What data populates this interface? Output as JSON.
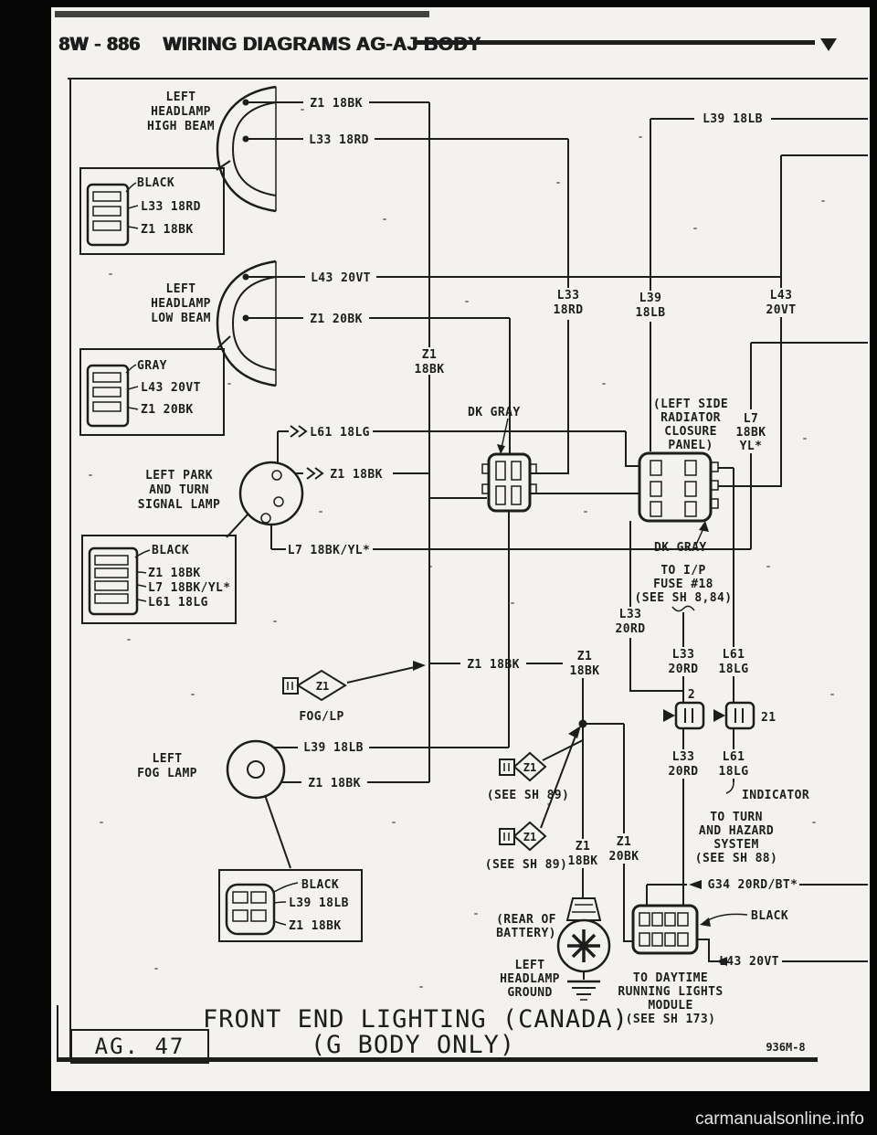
{
  "colors": {
    "paper": "#f4f2ee",
    "ink": "#1d1d1d",
    "background": "#060606",
    "watermark": "#e6e6e6"
  },
  "watermark": {
    "text": "carmanualsonline.info"
  },
  "header": {
    "code": "8W - 886",
    "title": "WIRING DIAGRAMS AG-AJ BODY"
  },
  "footer": {
    "page_box": "AG. 47",
    "title_line1": "FRONT END LIGHTING (CANADA)",
    "title_line2": "(G BODY ONLY)",
    "sheet_code": "936M-8"
  },
  "diagram": {
    "high_beam": {
      "name1": "LEFT",
      "name2": "HEADLAMP",
      "name3": "HIGH BEAM"
    },
    "low_beam": {
      "name1": "LEFT",
      "name2": "HEADLAMP",
      "name3": "LOW BEAM"
    },
    "park_turn": {
      "name1": "LEFT PARK",
      "name2": "AND TURN",
      "name3": "SIGNAL LAMP"
    },
    "fog_lamp": {
      "name1": "LEFT",
      "name2": "FOG LAMP"
    },
    "conn_high": {
      "color": "BLACK",
      "w1": "L33 18RD",
      "w2": "Z1 18BK"
    },
    "conn_low": {
      "color": "GRAY",
      "w1": "L43 20VT",
      "w2": "Z1 20BK"
    },
    "conn_park": {
      "color": "BLACK",
      "w1": "Z1 18BK",
      "w2": "L7 18BK/YL*",
      "w3": "L61 18LG"
    },
    "conn_fog": {
      "color": "BLACK",
      "w1": "L39 18LB",
      "w2": "Z1 18BK"
    },
    "c1": {
      "color": "DK GRAY"
    },
    "c2": {
      "color": "DK GRAY",
      "note1": "(LEFT SIDE",
      "note2": "RADIATOR",
      "note3": "CLOSURE",
      "note4": "PANEL)"
    },
    "c3": {
      "color": "BLACK",
      "note1": "TO DAYTIME",
      "note2": "RUNNING LIGHTS",
      "note3": "MODULE",
      "note4": "(SEE SH 173)"
    },
    "wires": {
      "z1_high": "Z1 18BK",
      "l33_high": "L33 18RD",
      "l43_low": "L43 20VT",
      "z1_low": "Z1 20BK",
      "l61_park": "L61 18LG",
      "z1_park": "Z1 18BK",
      "l7_park": "L7 18BK/YL*",
      "l39_fog": "L39 18LB",
      "z1_fog": "Z1 18BK",
      "l39_top": "L39 18LB",
      "z1_mid": "Z1 18BK",
      "g34": "G34 20RD/BT*",
      "l43_drl": "L43 20VT"
    },
    "vlabels": {
      "l33": [
        "L33",
        "18RD"
      ],
      "l39": [
        "L39",
        "18LB"
      ],
      "l43": [
        "L43",
        "20VT"
      ],
      "z1a": [
        "Z1",
        "18BK"
      ],
      "l7": [
        "L7",
        "18BK",
        "YL*"
      ],
      "z1b": [
        "Z1",
        "18BK"
      ],
      "z1c": [
        "Z1",
        "18BK"
      ],
      "z1d": [
        "Z1",
        "20BK"
      ],
      "l33b": [
        "L33",
        "20RD"
      ],
      "l33c": [
        "L33",
        "20RD"
      ],
      "l33d": [
        "L33",
        "20RD"
      ],
      "l61b": [
        "L61",
        "18LG"
      ],
      "l61c": [
        "L61",
        "18LG"
      ]
    },
    "splices": {
      "fog": {
        "id": "Z1",
        "label": "FOG/LP"
      },
      "s1": {
        "id": "Z1",
        "note": "(SEE SH 89)"
      },
      "s2": {
        "id": "Z1",
        "note": "(SEE SH 89)"
      }
    },
    "inline": {
      "c1_num": "2",
      "c2_num": "21"
    },
    "notes": {
      "fuse1": "TO I/P",
      "fuse2": "FUSE #18",
      "fuse3": "(SEE SH 8,84)",
      "ind": "INDICATOR",
      "turn1": "TO TURN",
      "turn2": "AND HAZARD",
      "turn3": "SYSTEM",
      "turn4": "(SEE SH 88)",
      "rear1": "(REAR OF",
      "rear2": "BATTERY)",
      "gnd1": "LEFT",
      "gnd2": "HEADLAMP",
      "gnd3": "GROUND"
    }
  }
}
